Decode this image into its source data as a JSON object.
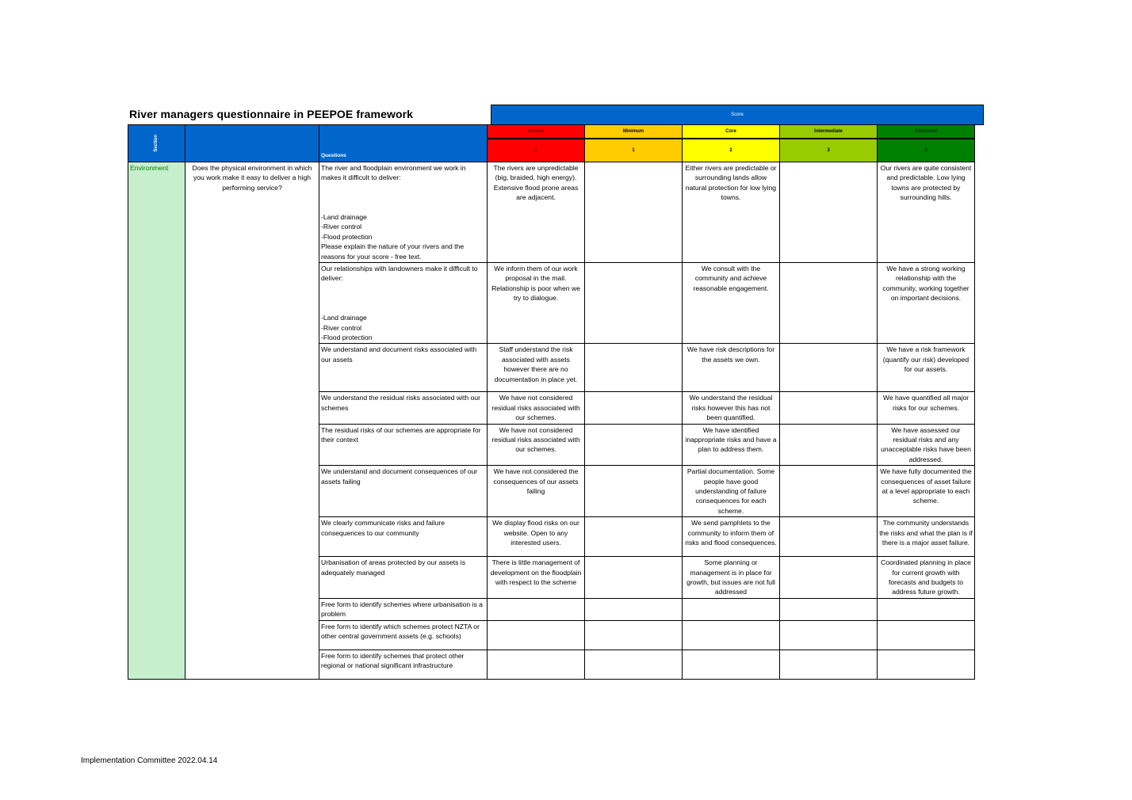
{
  "title": "River managers questionnaire in PEEPOE framework",
  "score_label": "Score",
  "header": {
    "section_label": "Section",
    "questions_label": "Questions",
    "levels": [
      {
        "name": "Absent",
        "score": "0",
        "color": "#ff0000"
      },
      {
        "name": "Minimum",
        "score": "1",
        "color": "#ffcc00"
      },
      {
        "name": "Core",
        "score": "2",
        "color": "#ffff00"
      },
      {
        "name": "Intermediate",
        "score": "3",
        "color": "#99cc00"
      },
      {
        "name": "Advanced",
        "score": "4",
        "color": "#008000"
      }
    ]
  },
  "section": {
    "name": "Environment",
    "prompt": "Does the physical environment in which you work make it easy to deliver a high performing service?"
  },
  "rows": [
    {
      "question": "The river and floodplain environment we work in makes it difficult to deliver:\n\n\n\n-Land drainage\n-River control\n-Flood protection\nPlease explain the nature of your rivers and the reasons for your score - free text.",
      "absent": "The rivers are unpredictable (big, braided, high energy). Extensive flood prone areas are adjacent.",
      "minimum": "",
      "core": "Either rivers are predictable or surrounding lands allow natural protection for low lying towns.",
      "intermediate": "",
      "advanced": "Our rivers are quite consistent and predictable. Low lying towns are protected by surrounding hills."
    },
    {
      "question": "Our relationships with landowners make it difficult to deliver:\n\n\n\n-Land drainage\n-River control\n-Flood protection",
      "absent": "We inform them of our work proposal in the mail. Relationship is poor when we try to dialogue.",
      "minimum": "",
      "core": "We consult with the community and achieve reasonable engagement.",
      "intermediate": "",
      "advanced": "We have a strong working relationship with the community, working together on important decisions."
    },
    {
      "question": "We understand and document risks associated with our assets",
      "absent": "Staff understand the risk associated with assets however there are no documentation in place yet.",
      "minimum": "",
      "core": "We have risk descriptions for the assets we own.",
      "intermediate": "",
      "advanced": "We have a risk framework (quantify our risk) developed for our assets."
    },
    {
      "question": "We understand the residual risks associated with our schemes",
      "absent": "We have not considered residual risks associated with our schemes.",
      "minimum": "",
      "core": "We understand the residual risks however this has not been quantified.",
      "intermediate": "",
      "advanced": "We have quantified all major risks for our schemes."
    },
    {
      "question": "The residual risks of our schemes are appropriate for their context",
      "absent": "We have not considered residual risks associated with our schemes.",
      "minimum": "",
      "core": "We have identified inappropriate risks and have a plan to address them.",
      "intermediate": "",
      "advanced": "We have assessed our residual risks and any unacceptable risks have been addressed."
    },
    {
      "question": "We understand and document consequences of our assets failing",
      "absent": "We have not considered the consequences of our assets failing",
      "minimum": "",
      "core": "Partial documentation. Some people have good understanding of failure consequences for each scheme.",
      "intermediate": "",
      "advanced": "We have fully documented the consequences of asset failure at a level appropriate to each scheme."
    },
    {
      "question": "We clearly communicate risks and failure consequences to our community",
      "absent": "We display flood risks on our website. Open to any interested users.",
      "minimum": "",
      "core": "We send pamphlets to the community to inform them of risks and flood consequences.",
      "intermediate": "",
      "advanced": "The community understands the risks and what the plan is if there is a major asset failure."
    },
    {
      "question": "Urbanisation of areas protected by our assets is adequately managed",
      "absent": "There is little management of development on the floodplain with respect to the scheme",
      "minimum": "",
      "core": "Some planning or management is in place for growth, but issues are not full addressed",
      "intermediate": "",
      "advanced": "Coordinated planning in place for current growth with forecasts and budgets to address future growth."
    },
    {
      "question": "Free form to identify schemes where urbanisation is a problem",
      "absent": "",
      "minimum": "",
      "core": "",
      "intermediate": "",
      "advanced": ""
    },
    {
      "question": "Free form to identify which schemes protect NZTA or other central government assets (e.g. schools)",
      "absent": "",
      "minimum": "",
      "core": "",
      "intermediate": "",
      "advanced": ""
    },
    {
      "question": "Free form to identify schemes that protect other regional or national significant infrastructure",
      "absent": "",
      "minimum": "",
      "core": "",
      "intermediate": "",
      "advanced": ""
    }
  ],
  "footer": "Implementation Committee 2022.04.14"
}
